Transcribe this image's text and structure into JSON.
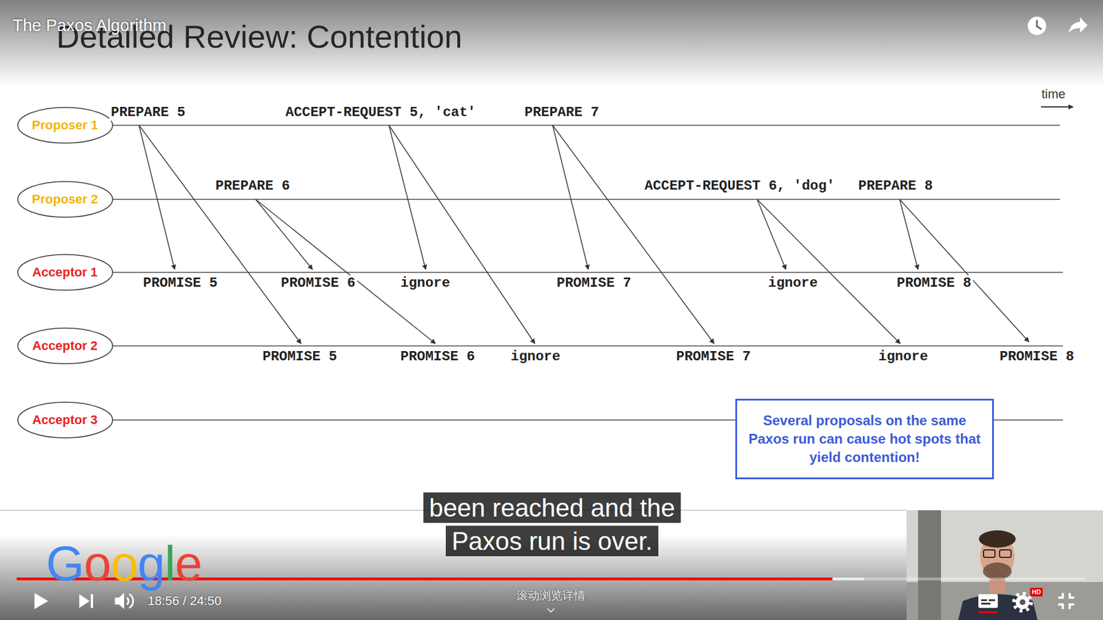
{
  "diagram": {
    "title": "Detailed Review: Contention",
    "nodes": [
      {
        "text": [
          "Proposer 1"
        ]
      },
      {
        "text": [
          "Proposer 2"
        ]
      },
      {
        "text": [
          "Acceptor 1"
        ]
      },
      {
        "text": [
          "Acceptor 2"
        ]
      },
      {
        "text": [
          "Acceptor 3"
        ]
      },
      {
        "text": [
          "Several proposals on the same Paxos run can cause hot spots that yield contention!"
        ]
      }
    ],
    "labels": [
      "The Paxos Algorithm",
      "time",
      "PREPARE 5",
      "ACCEPT-REQUEST 5, 'cat'",
      "PREPARE 7",
      "PREPARE 6",
      "ACCEPT-REQUEST 6, 'dog'",
      "PREPARE 8",
      "PROMISE 5",
      "PROMISE 6",
      "ignore",
      "PROMISE 7",
      "ignore",
      "PROMISE 8",
      "PROMISE 5",
      "PROMISE 6",
      "ignore",
      "PROMISE 7",
      "ignore",
      "PROMISE 8",
      "been reached and the Paxos run is over.",
      "Google",
      "18:56 / 24:50",
      "滚动浏览详情",
      "HD"
    ]
  }
}
